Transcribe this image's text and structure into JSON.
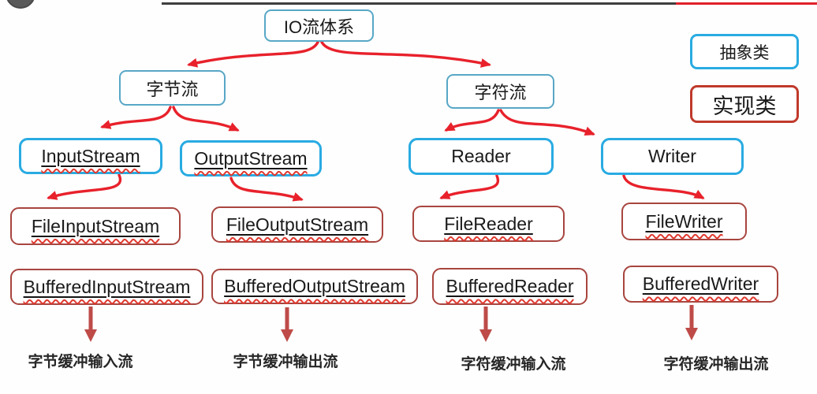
{
  "legend": {
    "abstract": {
      "label": "抽象类"
    },
    "implementation": {
      "label": "实现类"
    }
  },
  "tree": {
    "root": {
      "label": "IO流体系"
    },
    "branches": [
      {
        "label": "字节流"
      },
      {
        "label": "字符流"
      }
    ],
    "abstract": [
      {
        "label": "InputStream",
        "underline": true
      },
      {
        "label": "OutputStream",
        "underline": true
      },
      {
        "label": "Reader",
        "underline": false
      },
      {
        "label": "Writer",
        "underline": false
      }
    ],
    "file": [
      {
        "label": "FileInputStream",
        "underline": true
      },
      {
        "label": "FileOutputStream",
        "underline": true
      },
      {
        "label": "FileReader",
        "underline": true
      },
      {
        "label": "FileWriter",
        "underline": true
      }
    ],
    "buffered": [
      {
        "label": "BufferedInputStream",
        "underline": true
      },
      {
        "label": "BufferedOutputStream",
        "underline": true
      },
      {
        "label": "BufferedReader",
        "underline": true
      },
      {
        "label": "BufferedWriter",
        "underline": true
      }
    ],
    "captions": [
      {
        "label": "字节缓冲输入流"
      },
      {
        "label": "字节缓冲输出流"
      },
      {
        "label": "字符缓冲输入流"
      },
      {
        "label": "字符缓冲输出流"
      }
    ]
  },
  "colors": {
    "abstract_border": "#29abe2",
    "top_node_border": "#58a7c6",
    "implementation_border": "#a8453f",
    "legend_impl_border": "#c0392b",
    "arrow_red": "#e8212b",
    "arrow_dark_red": "#be4b48",
    "divider_dark": "#3f3f3f",
    "divider_red": "#e0202a",
    "caption_text": "#262626"
  }
}
